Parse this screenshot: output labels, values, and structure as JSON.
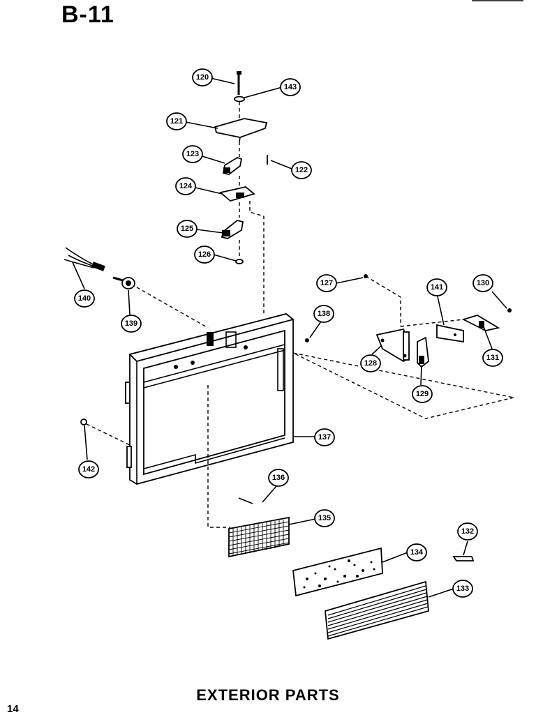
{
  "header": {
    "page_code": "B-11"
  },
  "footer": {
    "title": "EXTERIOR   PARTS",
    "page_number": "14"
  },
  "callouts": {
    "120": "120",
    "121": "121",
    "122": "122",
    "123": "123",
    "124": "124",
    "125": "125",
    "126": "126",
    "127": "127",
    "128": "128",
    "129": "129",
    "130": "130",
    "131": "131",
    "132": "132",
    "133": "133",
    "134": "134",
    "135": "135",
    "136": "136",
    "137": "137",
    "138": "138",
    "139": "139",
    "140": "140",
    "141": "141",
    "142": "142",
    "143": "143"
  }
}
